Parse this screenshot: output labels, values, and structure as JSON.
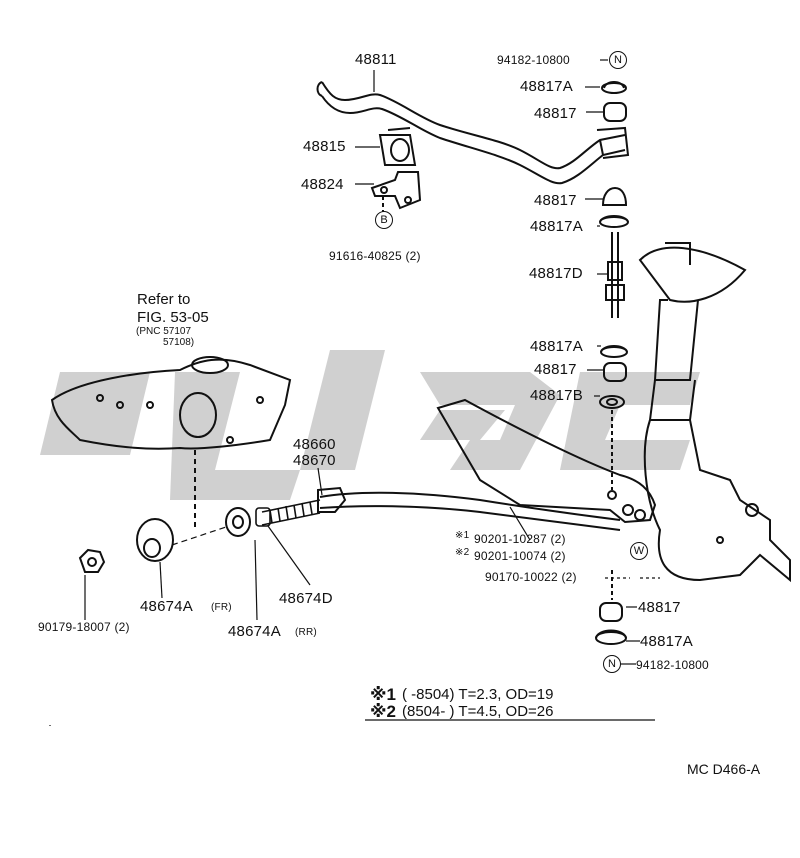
{
  "parts": {
    "p48811": "48811",
    "p94182_top": "94182-10800",
    "p48817A_1": "48817A",
    "p48817_1": "48817",
    "p48815": "48815",
    "p48824": "48824",
    "p48817_2": "48817",
    "p48817A_2": "48817A",
    "p91616": "91616-40825 (2)",
    "p48817D": "48817D",
    "p48817A_3": "48817A",
    "p48817_3": "48817",
    "p48817B": "48817B",
    "p48660": "48660",
    "p48670": "48670",
    "p90201_1": "90201-10287 (2)",
    "p90201_2": "90201-10074 (2)",
    "p90170": "90170-10022 (2)",
    "p48674D": "48674D",
    "p48674A_fr": "48674A",
    "p48674A_rr": "48674A",
    "p90179": "90179-18007 (2)",
    "p48817_4": "48817",
    "p48817A_4": "48817A",
    "p94182_bottom": "94182-10800"
  },
  "tags": {
    "fr": "(FR)",
    "rr": "(RR)",
    "mark1": "※1",
    "mark2": "※2",
    "circle_n": "N",
    "circle_b": "B",
    "circle_w": "W"
  },
  "reference": {
    "line1": "Refer to",
    "line2": "FIG. 53-05",
    "pnc1": "(PNC 57107",
    "pnc2": "57108)"
  },
  "notes": {
    "n1_mark": "※1",
    "n1_text": "(       -8504) T=2.3, OD=19",
    "n2_mark": "※2",
    "n2_text": "(8504-        ) T=4.5, OD=26"
  },
  "diagram_code": "MC D466-A",
  "watermark": {
    "color": "#bdbdbd"
  }
}
